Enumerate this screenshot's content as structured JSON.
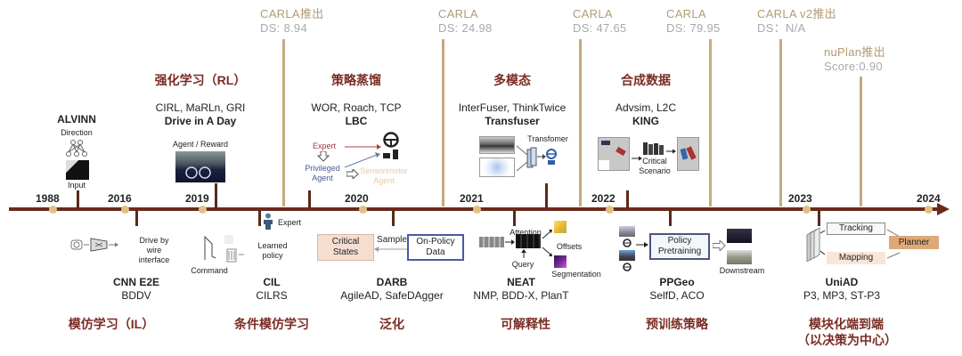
{
  "colors": {
    "axis": "#6b2a1c",
    "benchmark_line": "#c4aa7e",
    "category_text": "#7a2c24",
    "benchmark_text": "#b39a74",
    "year_dot": "#e3bf87"
  },
  "benchmarks": [
    {
      "title": "CARLA推出",
      "score": "DS: 8.94"
    },
    {
      "title": "CARLA",
      "score": "DS: 24.98"
    },
    {
      "title": "CARLA",
      "score": "DS: 47.65"
    },
    {
      "title": "CARLA",
      "score": "DS: 79.95"
    },
    {
      "title": "CARLA v2推出",
      "score": "DS：N/A"
    },
    {
      "title": "nuPlan推出",
      "score": "Score:0.90"
    }
  ],
  "years": [
    "1988",
    "2016",
    "2019",
    "2020",
    "2021",
    "2022",
    "2023",
    "2024"
  ],
  "top": {
    "alvinn": {
      "name": "ALVINN",
      "top_label": "Direction",
      "bottom_label": "Input"
    },
    "rl": {
      "category": "强化学习（RL）",
      "methods": "CIRL, MaRLn, GRI",
      "key": "Drive in A Day",
      "fig_label": "Agent / Reward"
    },
    "distill": {
      "category": "策略蒸馏",
      "methods": "WOR, Roach, TCP",
      "key": "LBC",
      "expert": "Expert",
      "privileged": "Privileged\nAgent",
      "privileged_l1": "Privileged",
      "privileged_l2": "Agent",
      "sensor_l1": "Sensorimotor",
      "sensor_l2": "Agent"
    },
    "multimodal": {
      "category": "多模态",
      "methods": "InterFuser, ThinkTwice",
      "key": "Transfuser",
      "fig_label": "Transfomer"
    },
    "synthetic": {
      "category": "合成数据",
      "methods": "Advsim, L2C",
      "key": "KING",
      "fig_l1": "Critical",
      "fig_l2": "Scenario"
    }
  },
  "bottom": {
    "cnn": {
      "key": "CNN E2E",
      "methods": "BDDV",
      "fig_l1": "Drive by",
      "fig_l2": "wire",
      "fig_l3": "interface",
      "category": "模仿学习（IL）"
    },
    "cil": {
      "key": "CIL",
      "methods": "CILRS",
      "command": "Command",
      "expert": "Expert",
      "policy_l1": "Learned",
      "policy_l2": "policy",
      "category": "条件模仿学习"
    },
    "darb": {
      "key": "DARB",
      "methods": "AgileAD, SafeDAgger",
      "box1_l1": "Critical",
      "box1_l2": "States",
      "arrow": "Sample",
      "box2_l1": "On-Policy",
      "box2_l2": "Data",
      "category": "泛化"
    },
    "neat": {
      "key": "NEAT",
      "methods": "NMP, BDD-X, PlanT",
      "attention": "Attention",
      "query": "Query",
      "offsets": "Offsets",
      "segmentation": "Segmentation",
      "category": "可解释性"
    },
    "ppgeo": {
      "key": "PPGeo",
      "methods": "SelfD, ACO",
      "box_l1": "Policy",
      "box_l2": "Pretraining",
      "downstream": "Downstream",
      "category": "预训练策略"
    },
    "uniad": {
      "key": "UniAD",
      "methods": "P3, MP3, ST-P3",
      "tracking": "Tracking",
      "mapping": "Mapping",
      "planner": "Planner",
      "category_l1": "模块化端到端",
      "category_l2": "（以决策为中心）"
    }
  }
}
